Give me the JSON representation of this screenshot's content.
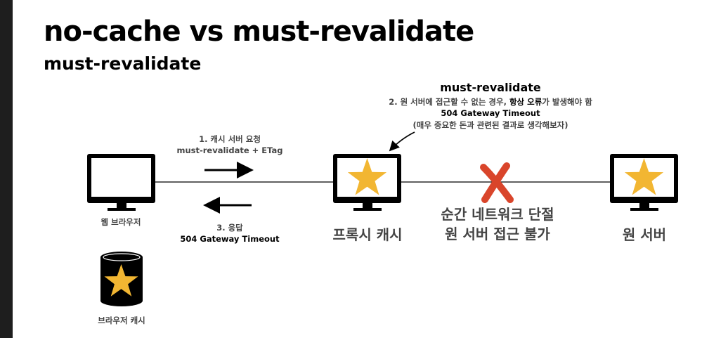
{
  "title": "no-cache vs must-revalidate",
  "subtitle": "must-revalidate",
  "nodes": {
    "browser": {
      "label": "웹 브라우저"
    },
    "proxy": {
      "label": "프록시 캐시"
    },
    "origin": {
      "label": "원 서버"
    },
    "browser_cache": {
      "label": "브라우저 캐시"
    }
  },
  "request": {
    "line1": "1. 캐시 서버 요청",
    "line2": "must-revalidate + ETag"
  },
  "response": {
    "line1": "3. 응답",
    "line2": "504 Gateway Timeout"
  },
  "note": {
    "heading": "must-revalidate",
    "line1_pre": "2. 원 서버에 접근할 수 없는 경우, ",
    "line1_bold": "항상 오류",
    "line1_post": "가 발생해야 함",
    "line2": "504 Gateway Timeout",
    "line3": "(매우 중요한 돈과 관련된 결과로 생각해보자)"
  },
  "network": {
    "line1": "순간 네트워크 단절",
    "line2": "원 서버 접근 불가"
  },
  "colors": {
    "star": "#F2B632",
    "cross": "#D9452B",
    "line": "#000000"
  },
  "icons": {
    "monitor": "monitor-icon",
    "star": "star-icon",
    "cross": "cross-icon",
    "database": "database-icon"
  }
}
